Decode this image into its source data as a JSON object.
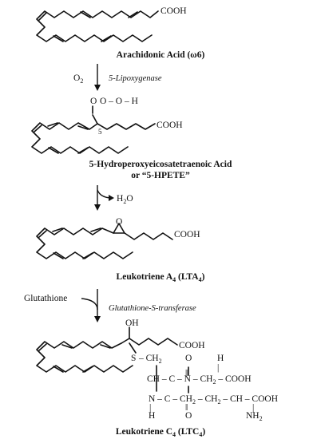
{
  "molecules": {
    "arachidonic": {
      "name": "Arachidonic Acid (ω6)",
      "group": "COOH"
    },
    "hpete": {
      "name_line1": "5-Hydroperoxyeicosatetraenoic Acid",
      "name_line2": "or “5-HPETE”",
      "group": "COOH",
      "hydroperoxy": "O – O – H",
      "o_atom": "O",
      "position": "5"
    },
    "lta4": {
      "name": "Leukotriene A",
      "sub": "4",
      "abbr": "(LTA",
      "abbr_sub": "4",
      "abbr_close": ")",
      "group": "COOH",
      "epoxide_o": "O"
    },
    "ltc4": {
      "name": "Leukotriene C",
      "sub": "4",
      "abbr": "(LTC",
      "abbr_sub": "4",
      "abbr_close": ")",
      "oh": "OH",
      "group1": "COOH",
      "s_atom": "S",
      "ch2_a": "– CH",
      "ch2_sub": "2",
      "o_top1": "O",
      "o_top2": "O",
      "h_top": "H",
      "ch_row": "CH – C – N – CH",
      "ch_row_sub": "2",
      "ch_row_end": "– COOH",
      "n_row": "N – C – CH",
      "n_row_sub1": "2",
      "n_row_mid": "– CH",
      "n_row_sub2": "2",
      "n_row_end": "– CH – COOH",
      "h_bottom": "H",
      "o_bottom": "O",
      "nh2": "NH",
      "nh2_sub": "2"
    }
  },
  "steps": [
    {
      "reagent": "O",
      "reagent_sub": "2",
      "enzyme": "5-Lipoxygenase"
    },
    {
      "product": "H",
      "product_sub": "2",
      "product_end": "O"
    },
    {
      "reagent": "Glutathione",
      "enzyme": "Glutathione-S-transferase"
    }
  ]
}
